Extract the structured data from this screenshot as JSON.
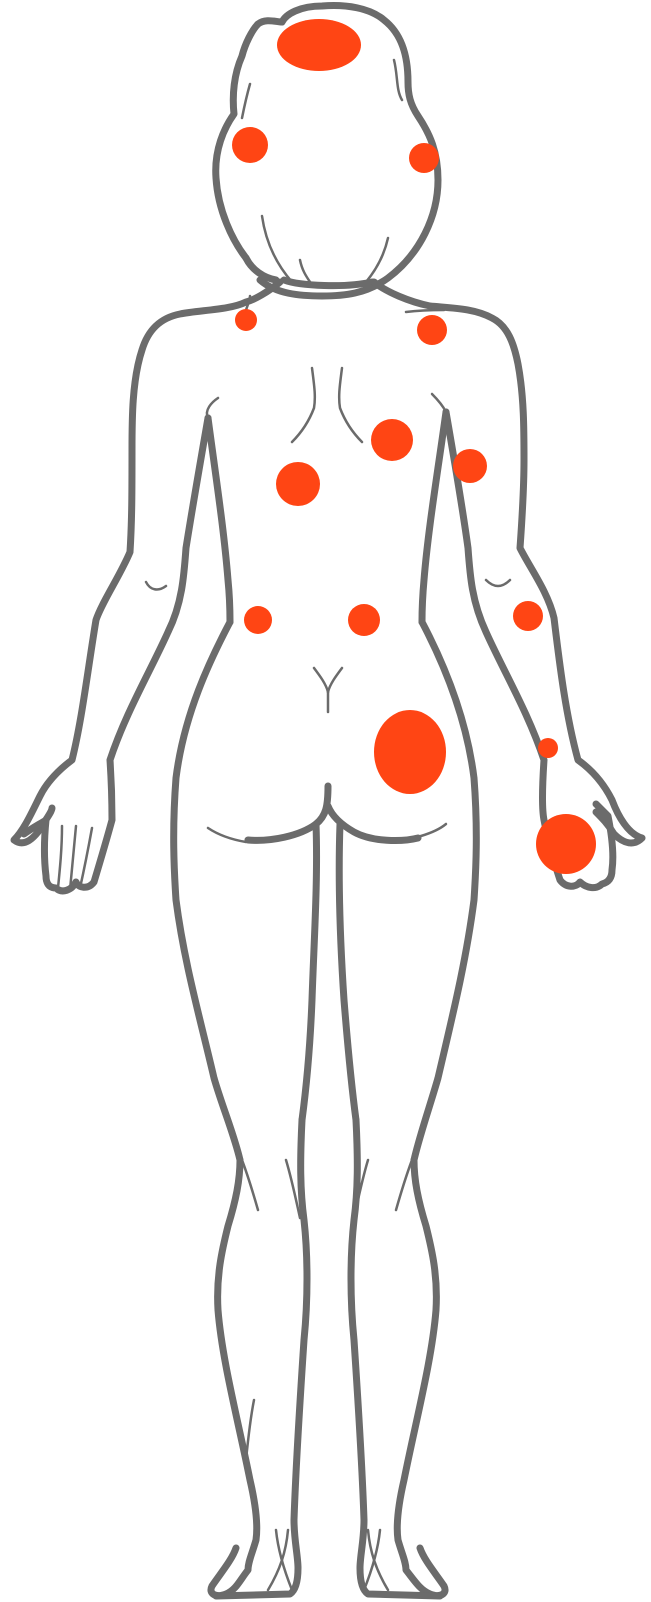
{
  "diagram": {
    "view": "posterior",
    "outline_color": "#6b6b6b",
    "marker_color": "#ff4514",
    "background_color": "#ffffff",
    "markers": [
      {
        "name": "crown",
        "size": "large"
      },
      {
        "name": "left-occiput",
        "size": "medium"
      },
      {
        "name": "right-mastoid",
        "size": "small"
      },
      {
        "name": "left-shoulder",
        "size": "small"
      },
      {
        "name": "right-shoulder",
        "size": "small"
      },
      {
        "name": "right-mid-back",
        "size": "medium"
      },
      {
        "name": "right-upper-arm",
        "size": "medium"
      },
      {
        "name": "left-mid-back",
        "size": "medium"
      },
      {
        "name": "left-lower-back",
        "size": "small"
      },
      {
        "name": "right-lower-back",
        "size": "small"
      },
      {
        "name": "right-forearm",
        "size": "small"
      },
      {
        "name": "right-buttock",
        "size": "large"
      },
      {
        "name": "right-wrist",
        "size": "tiny"
      },
      {
        "name": "right-hand",
        "size": "large"
      }
    ]
  }
}
